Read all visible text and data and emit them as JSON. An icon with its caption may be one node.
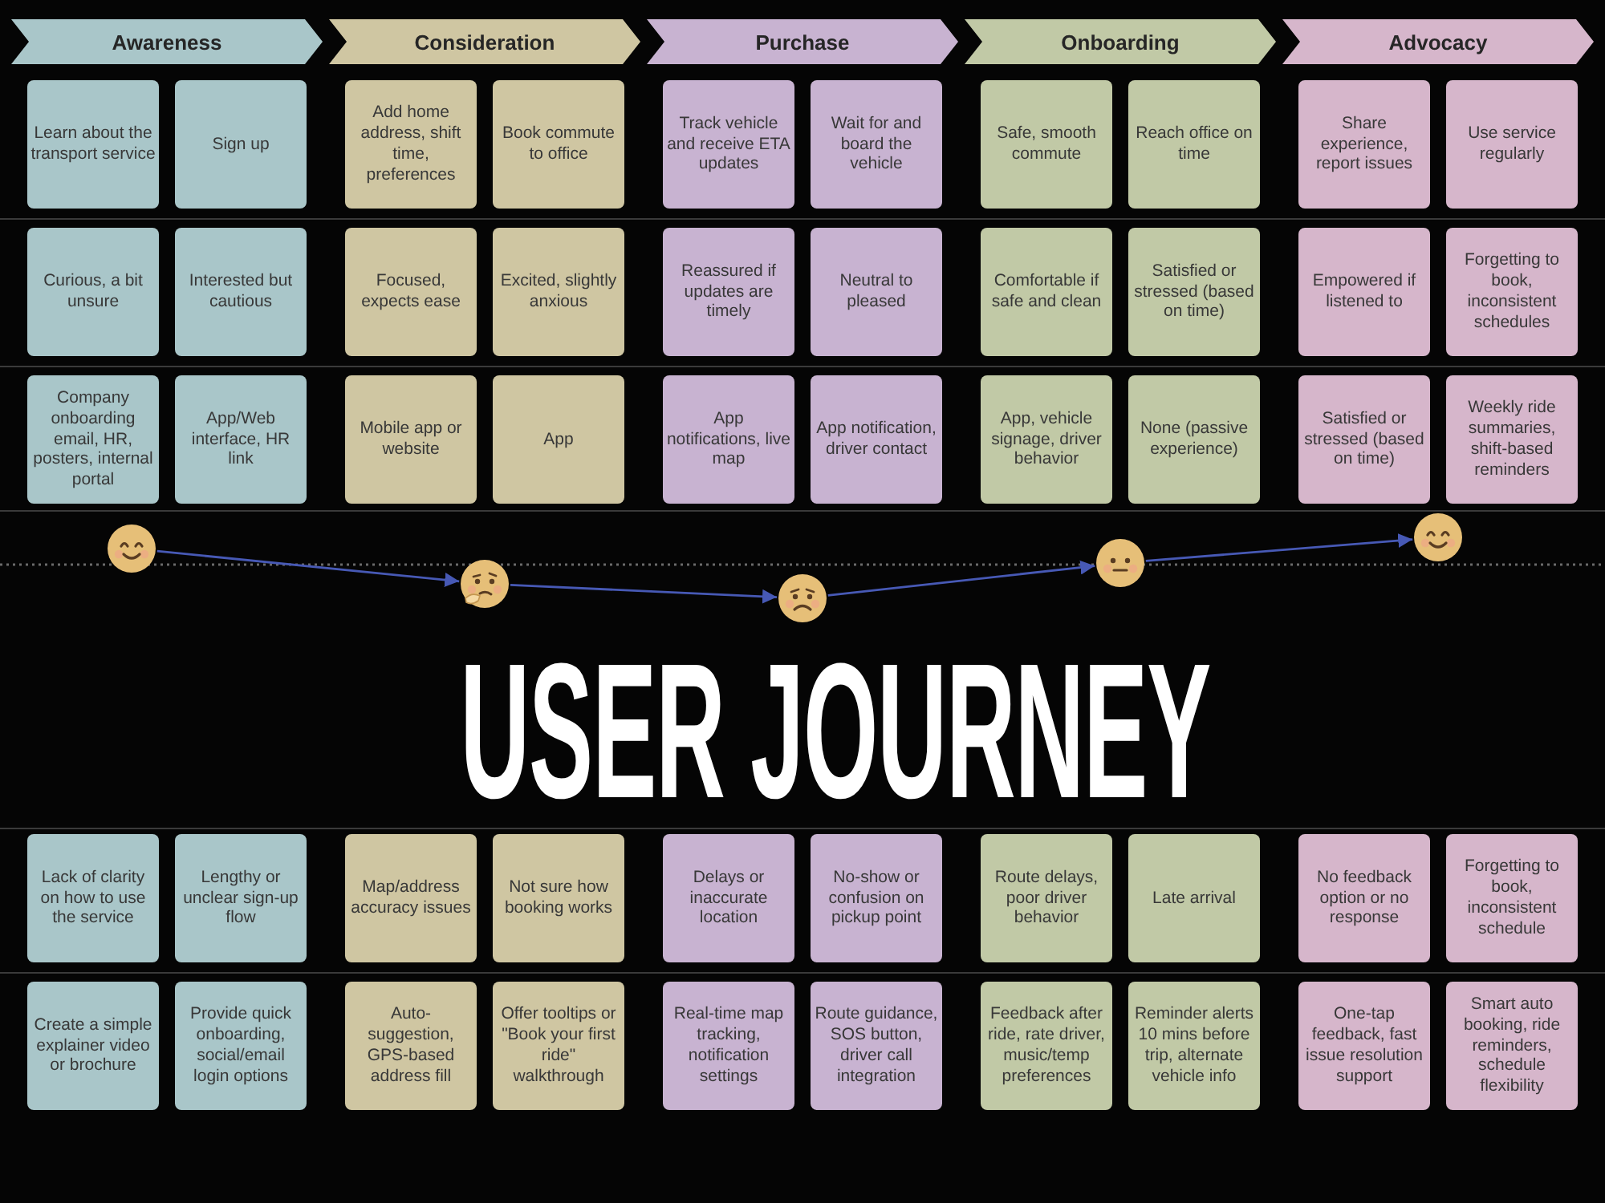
{
  "diagram": {
    "title": "USER JOURNEY",
    "nodes": [
      {
        "text": [
          "Awareness"
        ]
      },
      {
        "text": [
          "Consideration"
        ]
      },
      {
        "text": [
          "Purchase"
        ]
      },
      {
        "text": [
          "Onboarding"
        ]
      },
      {
        "text": [
          "Advocacy"
        ]
      },
      {
        "text": [
          "Learn about the transport service"
        ]
      },
      {
        "text": [
          "Sign up"
        ]
      },
      {
        "text": [
          "Add home address, shift time, preferences"
        ]
      },
      {
        "text": [
          "Book commute to office"
        ]
      },
      {
        "text": [
          "Track vehicle and receive ETA updates"
        ]
      },
      {
        "text": [
          "Wait for and board the vehicle"
        ]
      },
      {
        "text": [
          "Safe, smooth commute"
        ]
      },
      {
        "text": [
          "Reach office on time"
        ]
      },
      {
        "text": [
          "Share experience, report issues"
        ]
      },
      {
        "text": [
          "Use service regularly"
        ]
      },
      {
        "text": [
          "Curious, a bit unsure"
        ]
      },
      {
        "text": [
          "Interested but cautious"
        ]
      },
      {
        "text": [
          "Focused, expects ease"
        ]
      },
      {
        "text": [
          "Excited, slightly anxious"
        ]
      },
      {
        "text": [
          "Reassured if updates are timely"
        ]
      },
      {
        "text": [
          "Neutral to pleased"
        ]
      },
      {
        "text": [
          "Comfortable if safe and clean"
        ]
      },
      {
        "text": [
          "Satisfied or stressed (based on time)"
        ]
      },
      {
        "text": [
          "Empowered if listened to"
        ]
      },
      {
        "text": [
          "Forgetting to book, inconsistent schedules"
        ]
      },
      {
        "text": [
          "Company onboarding email, HR, posters, internal portal"
        ]
      },
      {
        "text": [
          "App/Web interface, HR link"
        ]
      },
      {
        "text": [
          "Mobile app or website"
        ]
      },
      {
        "text": [
          "App"
        ]
      },
      {
        "text": [
          "App notifications, live map"
        ]
      },
      {
        "text": [
          "App notification, driver contact"
        ]
      },
      {
        "text": [
          "App, vehicle signage, driver behavior"
        ]
      },
      {
        "text": [
          "None (passive experience)"
        ]
      },
      {
        "text": [
          "Satisfied or stressed (based on time)"
        ]
      },
      {
        "text": [
          "Weekly ride summaries, shift-based reminders"
        ]
      },
      {
        "text": [],
        "shape": "picture"
      },
      {
        "text": [],
        "shape": "picture"
      },
      {
        "text": [],
        "shape": "picture"
      },
      {
        "text": [],
        "shape": "picture"
      },
      {
        "text": [],
        "shape": "picture"
      },
      {
        "text": [
          "Lack of clarity on how to use the service"
        ]
      },
      {
        "text": [
          "Lengthy or unclear sign-up flow"
        ]
      },
      {
        "text": [
          "Map/address accuracy issues"
        ]
      },
      {
        "text": [
          "Not sure how booking works"
        ]
      },
      {
        "text": [
          "Delays or inaccurate location"
        ]
      },
      {
        "text": [
          "No-show or confusion on pickup point"
        ]
      },
      {
        "text": [
          "Route delays, poor driver behavior"
        ]
      },
      {
        "text": [
          "Late arrival"
        ]
      },
      {
        "text": [
          "No feedback option or no response"
        ]
      },
      {
        "text": [
          "Forgetting to book, inconsistent schedule"
        ]
      },
      {
        "text": [
          "Create a simple explainer video or brochure"
        ]
      },
      {
        "text": [
          "Provide quick onboarding, social/email login options"
        ]
      },
      {
        "text": [
          "Auto-suggestion, GPS-based address fill"
        ]
      },
      {
        "text": [
          "Offer tooltips or \"Book your first ride\" walkthrough"
        ]
      },
      {
        "text": [
          "Real-time map tracking, notification settings"
        ]
      },
      {
        "text": [
          "Route guidance, SOS button, driver call integration"
        ]
      },
      {
        "text": [
          "Feedback after ride, rate driver, music/temp preferences"
        ]
      },
      {
        "text": [
          "Reminder alerts 10 mins before trip, alternate vehicle info"
        ]
      },
      {
        "text": [
          "One-tap feedback, fast issue resolution support"
        ]
      },
      {
        "text": [
          "Smart auto booking, ride reminders, schedule flexibility"
        ]
      }
    ],
    "edges": [
      {
        "from": 35,
        "to": 36,
        "arrow": "to"
      },
      {
        "from": 36,
        "to": 37,
        "arrow": "to"
      },
      {
        "from": 37,
        "to": 38,
        "arrow": "to"
      },
      {
        "from": 38,
        "to": 39,
        "arrow": "to"
      }
    ]
  }
}
